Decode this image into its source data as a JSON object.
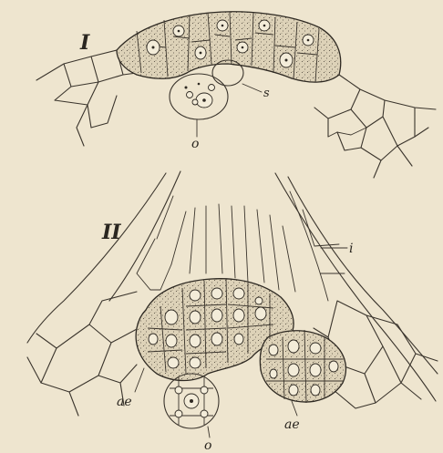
{
  "figures": [
    {
      "numeral": "I",
      "labels": {
        "o": "o",
        "s": "s"
      }
    },
    {
      "numeral": "II",
      "labels": {
        "i": "i",
        "ae_left": "ae",
        "ae_right": "ae",
        "o": "o"
      }
    }
  ],
  "colors": {
    "paper": "#eee5cf",
    "ink": "#2e2922"
  }
}
